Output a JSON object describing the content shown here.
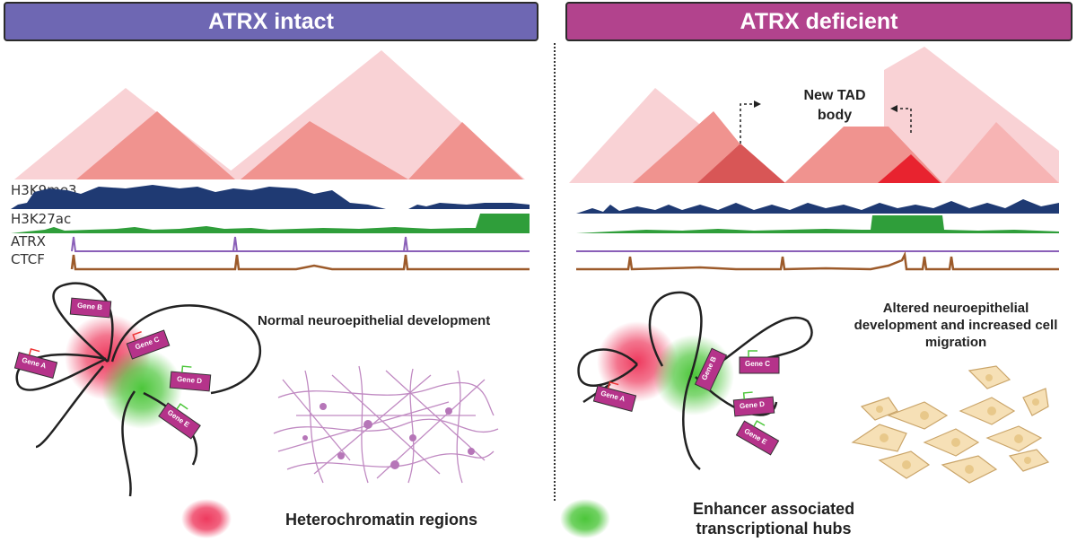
{
  "headers": {
    "left": "ATRX intact",
    "right": "ATRX deficient"
  },
  "tracks": {
    "h3k9me3": "H3K9me3",
    "h3k27ac": "H3K27ac",
    "atrx": "ATRX",
    "ctcf": "CTCF"
  },
  "tad_annotation": {
    "line1": "New TAD",
    "line2": "body"
  },
  "captions": {
    "left": "Normal neuroepithelial development",
    "right_line1": "Altered neuroepithelial",
    "right_line2": "development and increased cell",
    "right_line3": "migration"
  },
  "genes": [
    "Gene A",
    "Gene B",
    "Gene C",
    "Gene D",
    "Gene E"
  ],
  "legend": {
    "hetero": "Heterochromatin regions",
    "enhancer_line1": "Enhancer associated",
    "enhancer_line2": "transcriptional hubs"
  },
  "colors": {
    "left_header": "#6e67b3",
    "right_header": "#b2438d",
    "h3k9me3": "#1f3a73",
    "h3k27ac": "#2f9e3a",
    "atrx": "#8a5fb8",
    "ctcf": "#9c5a2a",
    "heterochromatin": "#ee3a5e",
    "enhancer": "#4cc63a",
    "gene_box": "#b5338a"
  }
}
